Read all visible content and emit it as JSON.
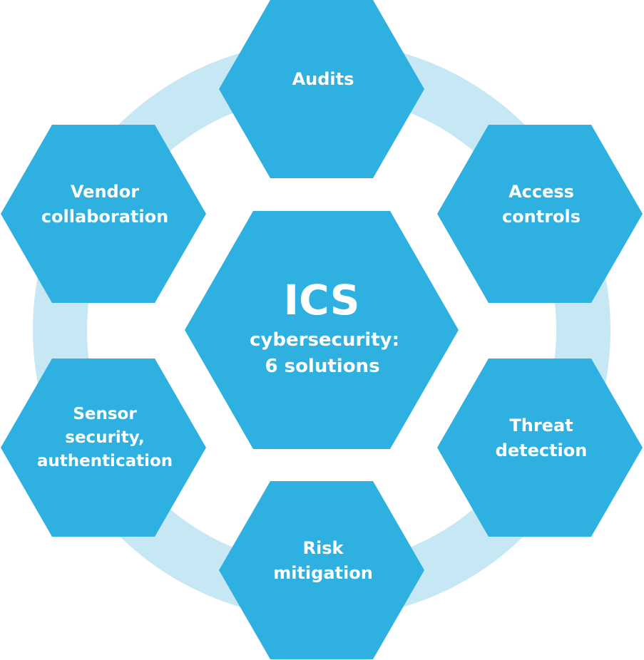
{
  "colors": {
    "hexagon": "#2eb0e0",
    "ring": "#c6e8f4",
    "text": "#ffffff",
    "background": "#ffffff"
  },
  "center": {
    "title": "ICS",
    "subtitle_line1": "cybersecurity:",
    "subtitle_line2": "6 solutions"
  },
  "solutions": [
    {
      "id": "audits",
      "lines": [
        "Audits"
      ]
    },
    {
      "id": "access-controls",
      "lines": [
        "Access",
        "controls"
      ]
    },
    {
      "id": "threat-detection",
      "lines": [
        "Threat",
        "detection"
      ]
    },
    {
      "id": "risk-mitigation",
      "lines": [
        "Risk",
        "mitigation"
      ]
    },
    {
      "id": "sensor-security",
      "lines": [
        "Sensor",
        "security,",
        "authentication"
      ]
    },
    {
      "id": "vendor-collaboration",
      "lines": [
        "Vendor",
        "collaboration"
      ]
    }
  ]
}
